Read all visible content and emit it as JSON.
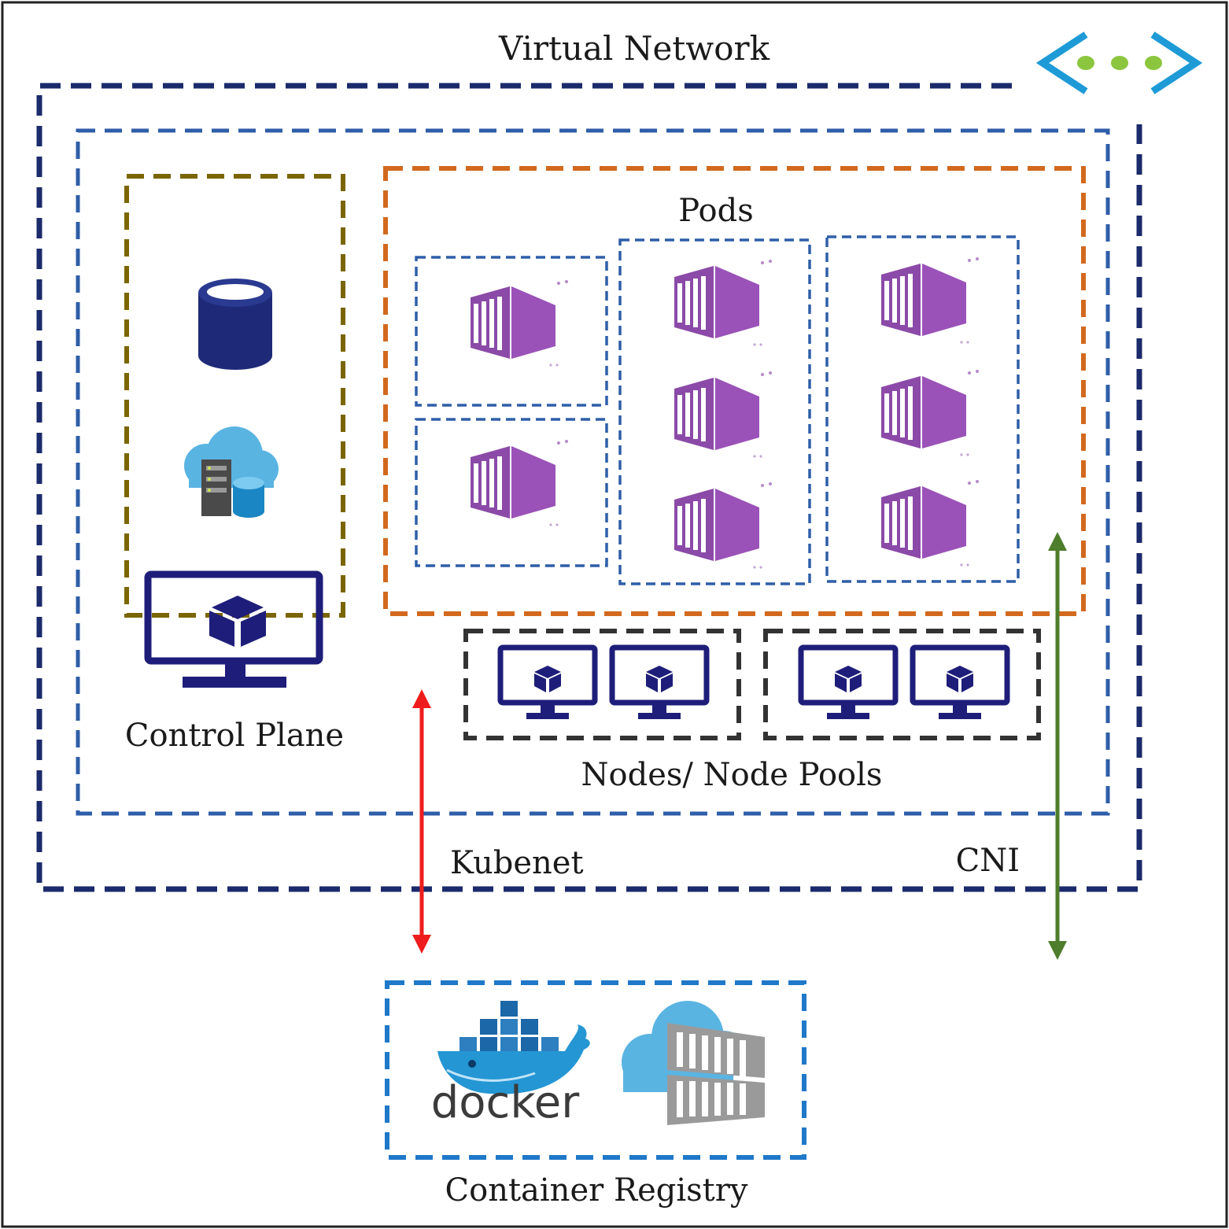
{
  "diagram": {
    "title": "Virtual Network",
    "pods_label": "Pods",
    "control_plane_label": "Control Plane",
    "nodes_label": "Nodes/ Node Pools",
    "kubenet_label": "Kubenet",
    "cni_label": "CNI",
    "registry_label": "Container Registry",
    "docker_label": "docker"
  },
  "colors": {
    "vnet_border": "#1b2a6b",
    "cluster_border": "#2f5ea8",
    "control_border": "#7a6500",
    "pods_border": "#d2691e",
    "pod_border": "#2f5ea8",
    "node_pool_border": "#333333",
    "registry_border": "#1f78c8",
    "kubenet_arrow": "#ee1c1c",
    "cni_arrow": "#4e7d2b",
    "container": "#8b4aa8",
    "monitor": "#1e1e7a",
    "vnet_icon": "#1e9bd7",
    "vnet_dots": "#8cc63f"
  },
  "icons": [
    "virtual-network-icon",
    "database-icon",
    "cloud-server-icon",
    "monitor-icon",
    "container-icon",
    "docker-whale-icon",
    "container-registry-icon"
  ]
}
